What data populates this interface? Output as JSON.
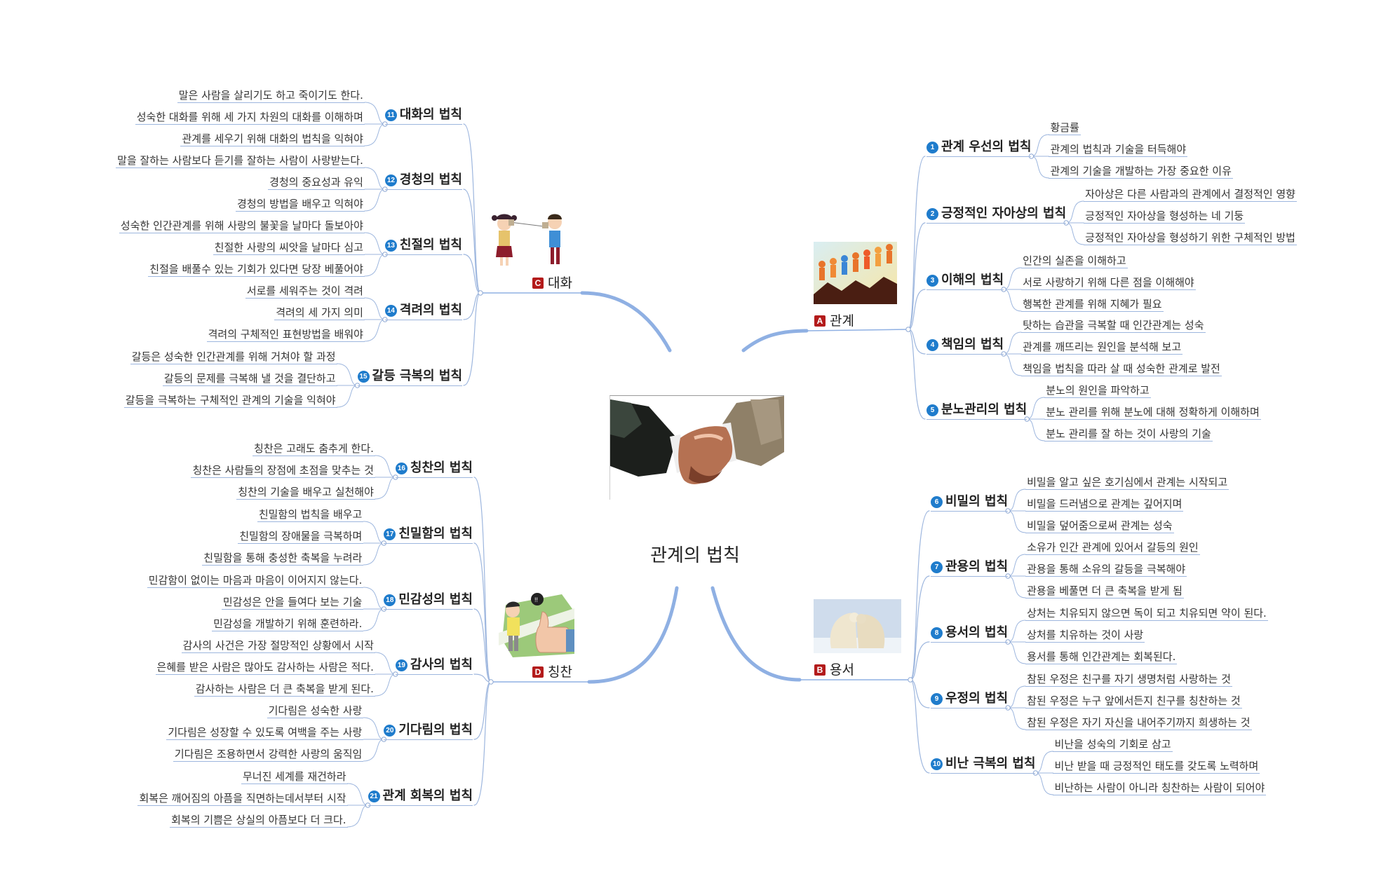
{
  "title": "관계의 법칙",
  "colors": {
    "line": "#9db6de",
    "main_line": "#8fb0e3",
    "number_badge": "#1f7ccc",
    "letter_badge": "#b31b1b"
  },
  "branches": {
    "A": {
      "badge": "A",
      "label": "관계",
      "image": "paper-people-chain",
      "nodes": [
        {
          "num": "1",
          "label": "관계 우선의 법칙",
          "leaves": [
            "황금률",
            "관계의 법칙과 기술을 터득해야",
            "관계의 기술을 개발하는 가장 중요한 이유"
          ]
        },
        {
          "num": "2",
          "label": "긍정적인 자아상의 법칙",
          "leaves": [
            "자아상은 다른 사람과의 관계에서 결정적인 영향",
            "긍정적인 자아상을 형성하는 네 기둥",
            "긍정적인 자아상을 형성하기 위한 구체적인 방법"
          ]
        },
        {
          "num": "3",
          "label": "이해의 법칙",
          "leaves": [
            "인간의 실존을 이해하고",
            "서로 사랑하기 위해 다른 점을 이해해야",
            "행복한 관계를 위해 지혜가 필요"
          ]
        },
        {
          "num": "4",
          "label": "책임의 법칙",
          "leaves": [
            "탓하는 습관을 극복할 때 인간관계는 성숙",
            "관계를 깨뜨리는 원인을 분석해 보고",
            "책임을 법칙을 따라 살 때 성숙한 관계로 발전"
          ]
        },
        {
          "num": "5",
          "label": "분노관리의 법칙",
          "leaves": [
            "분노의 원인을 파악하고",
            "분노 관리를 위해 분노에 대해 정확하게 이해하며",
            "분노 관리를 잘 하는 것이 사랑의 기술"
          ]
        }
      ]
    },
    "B": {
      "badge": "B",
      "label": "용서",
      "image": "polar-bears",
      "nodes": [
        {
          "num": "6",
          "label": "비밀의 법칙",
          "leaves": [
            "비밀을 알고 싶은 호기심에서 관계는 시작되고",
            "비밀을 드러냄으로 관계는 깊어지며",
            "비밀을 덮어줌으로써 관계는 성숙"
          ]
        },
        {
          "num": "7",
          "label": "관용의 법칙",
          "leaves": [
            "소유가 인간 관계에 있어서 갈등의 원인",
            "관용을 통해 소유의 갈등을 극복해야",
            "관용을 베풀면 더 큰 축복을 받게 됨"
          ]
        },
        {
          "num": "8",
          "label": "용서의 법칙",
          "leaves": [
            "상처는 치유되지 않으면 독이 되고 치유되면 약이 된다.",
            "상처를 치유하는 것이 사랑",
            "용서를 통해 인간관계는 회복된다."
          ]
        },
        {
          "num": "9",
          "label": "우정의 법칙",
          "leaves": [
            "참된 우정은 친구를 자기 생명처럼 사랑하는 것",
            "참된 우정은 누구 앞에서든지 친구를 칭찬하는 것",
            "참된 우정은 자기 자신을 내어주기까지 희생하는 것"
          ]
        },
        {
          "num": "10",
          "label": "비난 극복의 법칙",
          "leaves": [
            "비난을 성숙의 기회로 삼고",
            "비난 받을 때 긍정적인 태도를 갖도록 노력하며",
            "비난하는 사람이 아니라 칭찬하는 사람이 되어야"
          ]
        }
      ]
    },
    "C": {
      "badge": "C",
      "label": "대화",
      "image": "kids-tin-can-phone",
      "nodes": [
        {
          "num": "11",
          "label": "대화의 법칙",
          "leaves": [
            "말은 사람을 살리기도 하고 죽이기도 한다.",
            "성숙한 대화를 위해 세 가지 차원의 대화를 이해하며",
            "관계를 세우기 위해 대화의 법칙을 익혀야"
          ]
        },
        {
          "num": "12",
          "label": "경청의 법칙",
          "leaves": [
            "말을 잘하는 사람보다 듣기를 잘하는 사람이 사랑받는다.",
            "경청의 중요성과 유익",
            "경청의 방법을 배우고 익혀야"
          ]
        },
        {
          "num": "13",
          "label": "친절의 법칙",
          "leaves": [
            "성숙한 인간관계를 위해 사랑의 불꽃을 날마다 돌보아야",
            "친절한 사랑의 씨앗을 날마다 심고",
            "친절을 배풀수 있는 기회가 있다면 당장 베풀어야"
          ]
        },
        {
          "num": "14",
          "label": "격려의 법칙",
          "leaves": [
            "서로를 세워주는 것이 격려",
            "격려의 세 가지 의미",
            "격려의 구체적인 표현방법을 배워야"
          ]
        },
        {
          "num": "15",
          "label": "갈등 극복의 법칙",
          "leaves": [
            "갈등은 성숙한 인간관계를 위해 거쳐야 할 과정",
            "갈등의 문제를 극복해 낼 것을 결단하고",
            "갈등을 극복하는 구체적인 관계의 기술을 익혀야"
          ]
        }
      ]
    },
    "D": {
      "badge": "D",
      "label": "칭찬",
      "image": "thumbs-up",
      "nodes": [
        {
          "num": "16",
          "label": "칭찬의 법칙",
          "leaves": [
            "칭찬은 고래도 춤추게 한다.",
            "칭찬은 사람들의 장점에 초점을 맞추는 것",
            "칭찬의 기술을 배우고 실천해야"
          ]
        },
        {
          "num": "17",
          "label": "친밀함의 법칙",
          "leaves": [
            "친밀함의 법칙을 배우고",
            "친밀함의 장애물을 극복하며",
            "친밀함을 통해 충성한 축복을 누려라"
          ]
        },
        {
          "num": "18",
          "label": "민감성의 법칙",
          "leaves": [
            "민감함이 없이는 마음과 마음이 이어지지 않는다.",
            "민감성은 안을 들여다 보는 기술",
            "민감성을 개발하기 위해 훈련하라."
          ]
        },
        {
          "num": "19",
          "label": "감사의 법칙",
          "leaves": [
            "감사의 사건은 가장 절망적인 상황에서 시작",
            "은혜를 받은 사람은 많아도 감사하는 사람은 적다.",
            "감사하는 사람은 더 큰 축복을 받게 된다."
          ]
        },
        {
          "num": "20",
          "label": "기다림의 법칙",
          "leaves": [
            "기다림은 성숙한 사랑",
            "기다림은 성장할 수 있도록 여백을 주는 사랑",
            "기다림은 조용하면서 강력한 사랑의 움직임"
          ]
        },
        {
          "num": "21",
          "label": "관계 회복의 법칙",
          "leaves": [
            "무너진 세계를 재건하라",
            "회복은 깨어짐의 아픔을 직면하는데서부터 시작",
            "회복의 기쁨은 상실의 아픔보다 더 크다."
          ]
        }
      ]
    }
  }
}
